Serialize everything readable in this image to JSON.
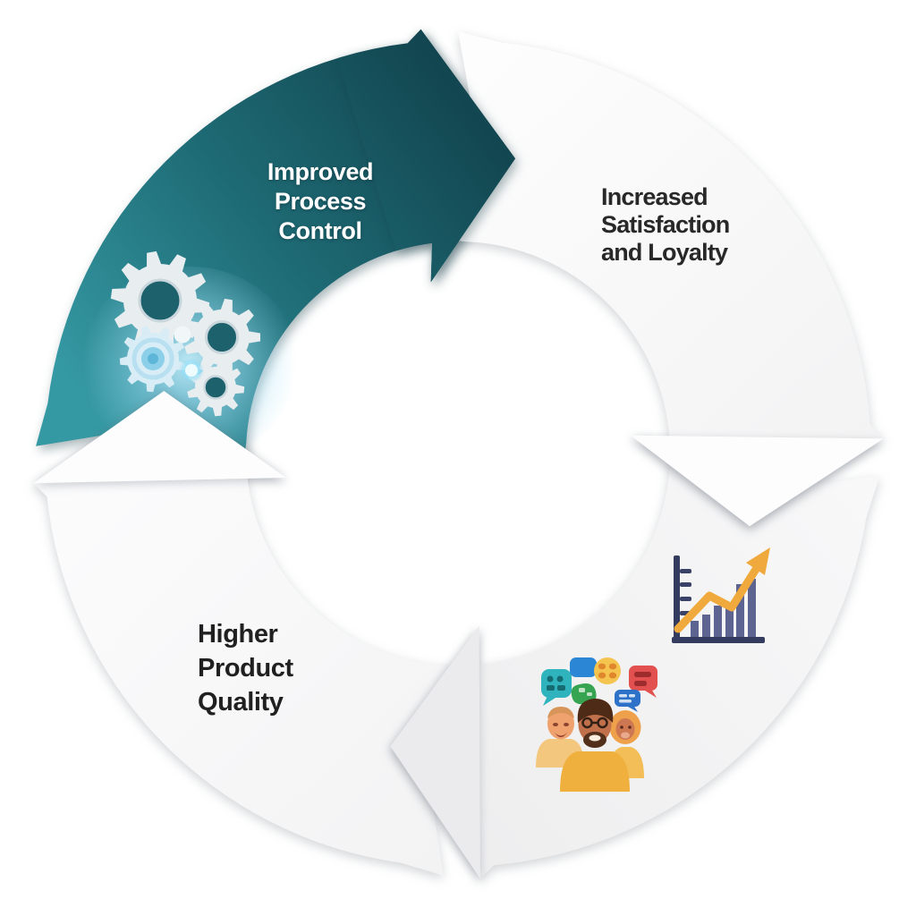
{
  "diagram": {
    "type": "cycle-diagram",
    "direction": "clockwise",
    "segments": [
      {
        "id": "improved-process-control",
        "position": "top-left",
        "label_lines": [
          "Improved",
          "Process",
          "Control"
        ],
        "text_color": "#ffffff",
        "fill_start": "#3599a3",
        "fill_end": "#12454f",
        "icon": "gears-icon",
        "arrow_direction": "right"
      },
      {
        "id": "increased-satisfaction-and-loyalty",
        "position": "top-right",
        "label_lines": [
          "Increased",
          "Satisfaction",
          "and Loyalty"
        ],
        "text_color": "#282828",
        "fill": "#f8f8f8",
        "arrow_direction": "down"
      },
      {
        "id": "customer-growth-and-feedback",
        "position": "bottom-right",
        "label_lines": [],
        "fill": "#f2f2f3",
        "icons": [
          "growth-chart-icon",
          "customers-feedback-icon"
        ],
        "arrow_direction": "left"
      },
      {
        "id": "higher-product-quality",
        "position": "bottom-left",
        "label_lines": [
          "Higher",
          "Product",
          "Quality"
        ],
        "text_color": "#202020",
        "fill": "#fafafa",
        "arrow_direction": "up"
      }
    ],
    "colors": {
      "background": "#ffffff",
      "teal_light": "#3599a3",
      "teal_dark": "#12454f",
      "arrowhead_white": "#fdfdfe",
      "arrowhead_gray": "#ebebed",
      "chart_axis": "#333b5e",
      "chart_bars": "#5d6492",
      "chart_arrow": "#f0a93c",
      "gear_body": "#e8edf0",
      "glow": "#9fdef5"
    }
  }
}
